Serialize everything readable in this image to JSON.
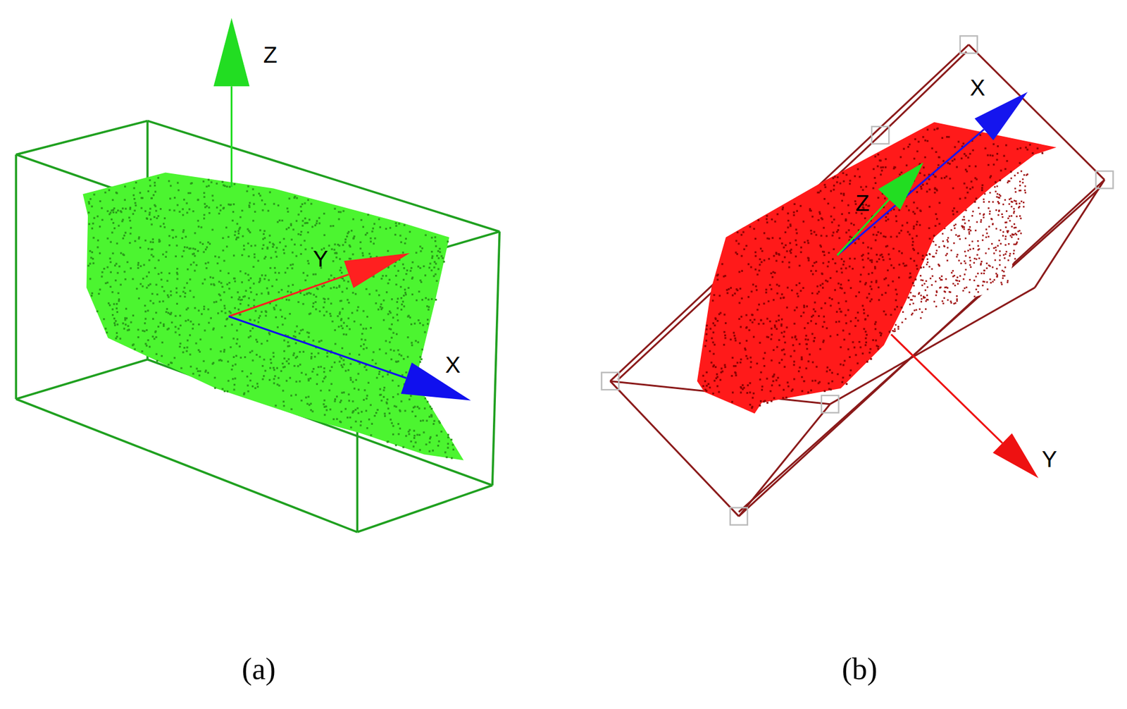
{
  "diagram": {
    "labels": [
      "Z",
      "Y",
      "X",
      "X",
      "Z",
      "Y",
      "(a)",
      "(b)"
    ]
  }
}
